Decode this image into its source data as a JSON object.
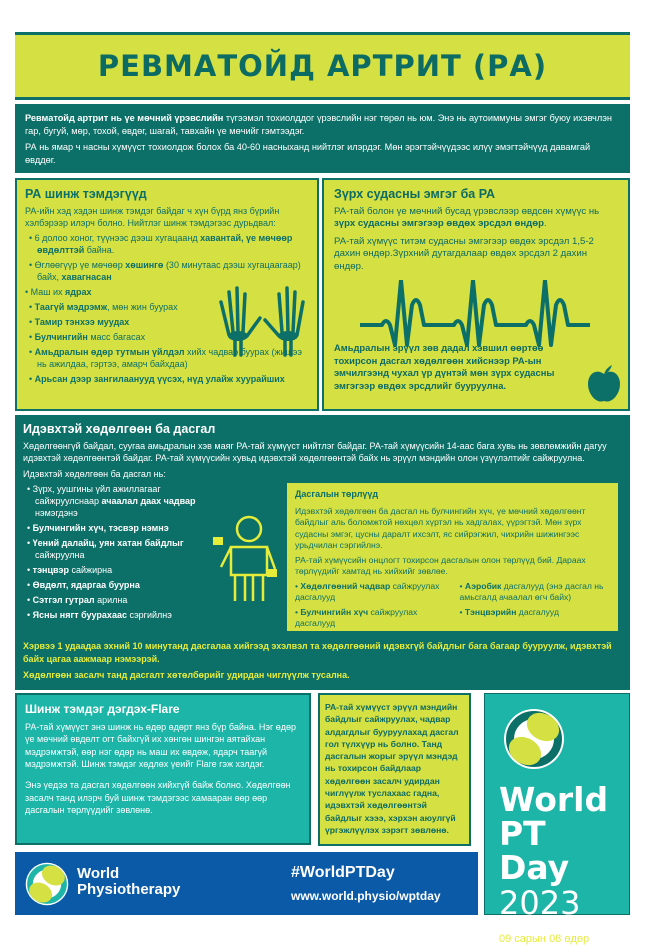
{
  "title": "РЕВМАТОЙД АРТРИТ (РА)",
  "intro": {
    "p1_bold": "Ревматойд артрит нь үе мөчний үрэвслийн",
    "p1_rest": " түгээмэл тохиолддог үрэвслийн нэг төрөл нь юм. Энэ нь аутоиммуны эмгэг буюу ихэвчлэн гар, бугуй, мөр, тохой, өвдөг, шагай, тавхайн үе мөчийг гэмтээдэг.",
    "p2": "РА нь ямар ч насны хүмүүст тохиолдож болох ба 40-60 насныханд нийтлэг илэрдэг. Мөн эрэгтэйчүүдээс илүү эмэгтэйчүүд давамгай өвддөг."
  },
  "symptoms": {
    "heading": "РА шинж тэмдэгүүд",
    "lead": "РА-ийн хэд хэдэн шинж тэмдэг байдаг ч хүн бүрд янз бүрийн хэлбэрээр илэрч болно. Нийтлэг шинж тэмдэгээс дурьдвал:",
    "items": [
      {
        "pre": "6 долоо хоног, түүнээс дээш хугацаанд ",
        "bold": "хавантай, үе мөчөөр өвдөлттэй",
        "post": " байна."
      },
      {
        "pre": "Өглөөгүүр үе мөчөөр ",
        "bold": "хөшингө",
        "post": " (30 минутаас дээш хугацаагаар) байх, ",
        "bold2": "хавагнасан"
      },
      {
        "pre": "Маш их ",
        "bold": "ядрах",
        "post": ""
      },
      {
        "pre": "",
        "bold": "Таагүй мэдрэмж",
        "post": ", мөн жин буурах"
      },
      {
        "pre": "",
        "bold": "Тамир тэнхээ муудах",
        "post": ""
      },
      {
        "pre": "",
        "bold": "Булчингийн",
        "post": " масс багасах"
      },
      {
        "pre": "",
        "bold": "Амьдралын өдөр тутмын үйлдэл",
        "post": " хийх чадвар буурах (жишээ нь ажилдаа, гэртээ, амарч байхдаа)"
      },
      {
        "pre": "",
        "bold": "Арьсан дээр зангилаанууд үүсэх, нүд улайж хуурайших",
        "post": ""
      }
    ]
  },
  "heart": {
    "heading": "Зүрх судасны эмгэг ба РА",
    "p1_pre": "РА-тай болон үе мөчний бусад үрэвслээр өвдсөн хүмүүс нь ",
    "p1_bold": "зүрх судасны эмгэгээр өвдөх эрсдэл өндөр",
    "p1_post": ".",
    "p2": "РА-тай хүмүүс титэм судасны эмгэгээр өвдөх эрсдэл 1,5-2 дахин өндөр.Зүрхний дутагдалаар өвдөх эрсдэл 2 дахин өндөр.",
    "p3": "Амьдралын эрүүл зөв дадал хэвшил өөртөө тохирсон дасгал хөдөлгөөн хийснээр РА-ын эмчилгээнд чухал үр дүнтэй мөн зүрх судасны эмгэгээр өвдөх эрсдлийг бууруулна."
  },
  "exercise": {
    "heading": "Идэвхтэй хөдөлгөөн ба дасгал",
    "lead": "Хөдөлгөөнгүй байдал, суугаа амьдралын хэв маяг РА-тай хүмүүст нийтлэг байдаг. РА-тай хүмүүсийн 14-аас бага хувь нь зөвлөмжийн дагуу идэвхтэй хөдөлгөөнтэй байдаг. РА-тай хүмүүсийн хувьд идэвхтэй хөдөлгөөнтэй байх нь эрүүл мэндийн олон үзүүлэлтийг сайжруулна.",
    "list_lead": "Идэвхтэй хөдөлгөөн ба дасгал нь:",
    "items": [
      {
        "pre": "Зүрх, уушгины үйл ажиллагааг сайжруулснаар ",
        "bold": "ачаалал даах чадвар",
        "post": " нэмэгдэнэ"
      },
      {
        "pre": "",
        "bold": "Булчингийн хүч, тэсвэр нэмнэ",
        "post": ""
      },
      {
        "pre": "",
        "bold": "Үений далайц, уян хатан байдлыг",
        "post": " сайжруулна"
      },
      {
        "pre": "",
        "bold": "тэнцвэр",
        "post": " сайжирна"
      },
      {
        "pre": "",
        "bold": "Өвдөлт, ядаргаа буурна",
        "post": ""
      },
      {
        "pre": "",
        "bold": "Сэтгэл гутрал",
        "post": " арилна"
      },
      {
        "pre": "",
        "bold": "Ясны нягт буурахаас",
        "post": " сэргийлнэ"
      }
    ],
    "types": {
      "heading": "Дасгалын төрлүүд",
      "p1": "Идэвхтэй хөдөлгөөн ба дасгал нь булчингийн хүч, үе мөчний хөдөлгөөнт байдлыг аль боломжтой нөхцөл хүртэл нь хадгалах, үүрэгтэй. Мөн зүрх судасны эмгэг, цусны даралт ихсэлт, яс сийрэгжил, чихрийн шижингээс урьдчилан сэргийлнэ.",
      "p2": "РА-тай хүмүүсийн онцлогт тохирсон дасгалын олон төрлүүд бий. Дараах төрлүүдийг хамтад нь хийхийг зөвлөе.",
      "items": [
        {
          "bold": "Хөдөлгөөний чадвар",
          "post": " сайжруулах дасгалууд"
        },
        {
          "bold": "Аэробик",
          "post": " дасгалууд (энэ дасгал нь амьсгалд ачаалал өгч байх)"
        },
        {
          "bold": "Булчингийн хүч",
          "post": " сайжруулах дасгалууд"
        },
        {
          "bold": "Тэнцвэрийн",
          "post": " дасгалууд"
        }
      ]
    },
    "note1": "Хэрвээ 1 удаадаа эхний 10 минутанд дасгалаа хийгээд эхэлвэл та хөдөлгөөний идэвхгүй байдлыг бага багаар бууруулж, идэвхтэй байх цагаа аажмаар нэмээрэй.",
    "note2": "Хөдөлгөөн засалч танд дасгалт хөтөлбөрийг удирдан чиглүүлж тусална."
  },
  "flare": {
    "heading": "Шинж тэмдэг дэгдэх-Flare",
    "p1": "РА-тай хүмүүст энэ шинж нь өдөр өдөрт янз бүр байна. Нэг өдөр үе мөчний өвдөлт огт байхгүй их хөнгөн шингэн аятайхан мэдрэмжтэй, өөр нэг өдөр нь маш их өвдөж, ядарч таагүй мэдрэмжтэй. Шинж тэмдэг хөдлөх үеийг Flare гэж хэлдэг.",
    "p2": "Энэ үедээ та дасгал хөдөлгөөн хийхгүй байж болно. Хөдөлгөөн засалч танд илэрч буй шинж тэмдэгээс хамааран өөр өөр дасгалын төрлүүдийг зөвлөнө."
  },
  "advice": "РА-тай хүмүүст эрүүл мэндийн байдлыг сайжруулах, чадвар алдагдлыг бууруулахад дасгал гол түлхүүр нь болно. Танд дасгалын жорыг эрүүл мэндэд нь тохирсон байдлаар хөдөлгөөн засалч удирдан чиглүүлж туслахаас гадна, идэвхтэй хөдөлгөөнтэй байдлыг хэээ, хэрхэн аюулгүй үргэжлүүлэх зэрэгт зөвлөнө.",
  "wpt": {
    "line1": "World",
    "line2": "PT Day",
    "year": "2023",
    "date": "09 сарын 08 өдөр"
  },
  "footer": {
    "org1": "World",
    "org2": "Physiotherapy",
    "hashtag": "#WorldPTDay",
    "url": "www.world.physio/wptday"
  },
  "colors": {
    "teal": "#0c7068",
    "lime": "#d5e042",
    "cyan": "#1cb5a8",
    "blue": "#0a5aa8",
    "yellow_text": "#e6ec3a"
  }
}
